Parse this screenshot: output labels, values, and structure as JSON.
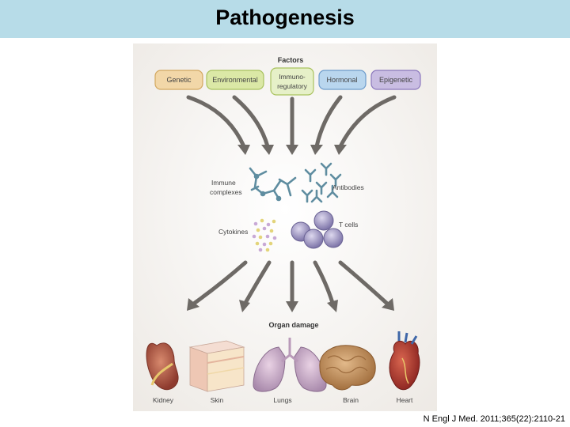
{
  "title": "Pathogenesis",
  "citation": "N Engl J Med. 2011;365(22):2110-21",
  "figure": {
    "factors_heading": "Factors",
    "factors": [
      {
        "label": "Genetic",
        "color": "#f2d7a8",
        "stroke": "#d3a860"
      },
      {
        "label": "Environmental",
        "color": "#dbe8a6",
        "stroke": "#a9c25e"
      },
      {
        "label": "Immuno-",
        "label2": "regulatory",
        "color": "#e6f0c8",
        "stroke": "#a9c25e"
      },
      {
        "label": "Hormonal",
        "color": "#b9d6ee",
        "stroke": "#6d9ccc"
      },
      {
        "label": "Epigenetic",
        "color": "#c9bde2",
        "stroke": "#8b78bd"
      }
    ],
    "mediators": {
      "immune_complexes_1": "Immune",
      "immune_complexes_2": "complexes",
      "antibodies": "Antibodies",
      "cytokines": "Cytokines",
      "t_cells": "T cells"
    },
    "organ_heading": "Organ damage",
    "organs": [
      "Kidney",
      "Skin",
      "Lungs",
      "Brain",
      "Heart"
    ]
  }
}
